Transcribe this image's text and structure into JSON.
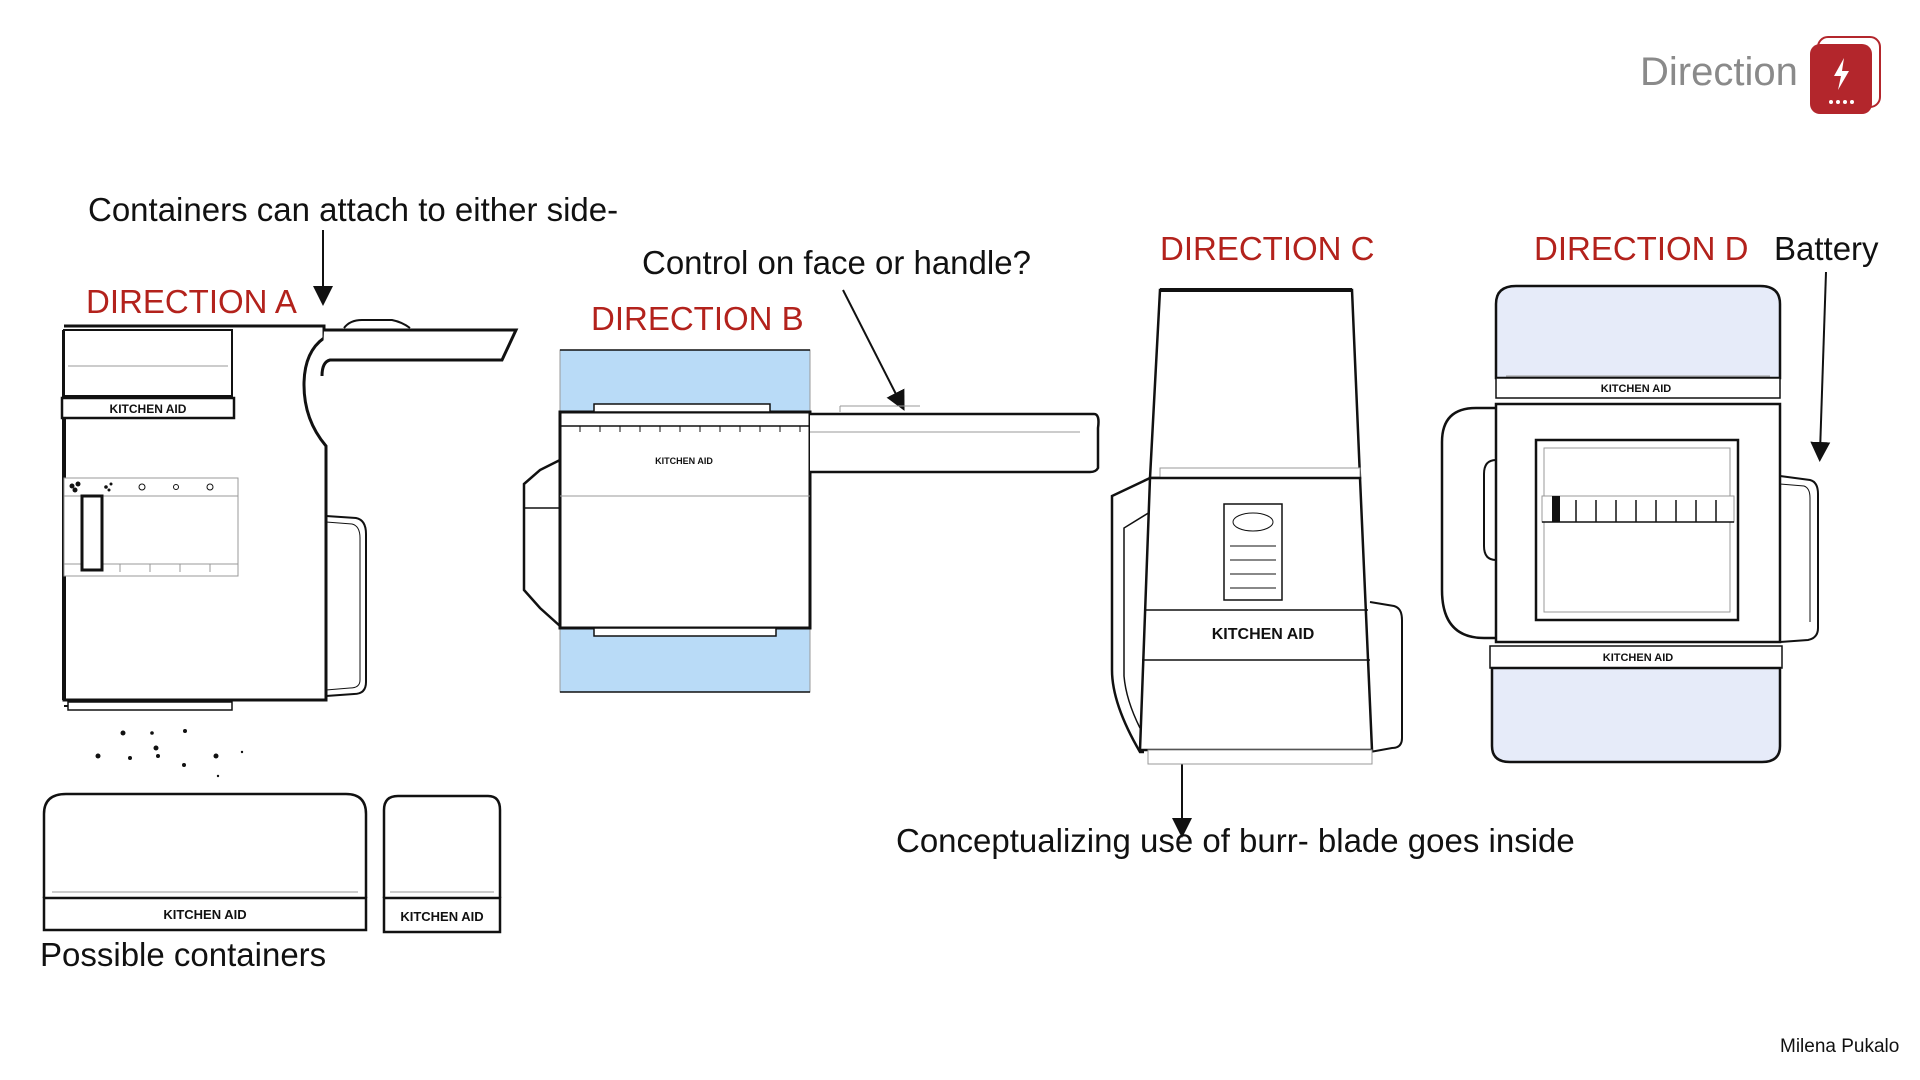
{
  "header": {
    "brand_word": "Direction",
    "brand_icon": "bolt-icon",
    "brand_color": "#b3262c"
  },
  "annotations": {
    "containers_attach": "Containers can attach to either side-",
    "control_face": "Control on face or handle?",
    "burr_blade": "Conceptualizing use of burr- blade goes inside",
    "battery": "Battery",
    "possible_containers": "Possible containers"
  },
  "directions": {
    "a": "DIRECTION A",
    "b": "DIRECTION B",
    "c": "DIRECTION C",
    "d": "DIRECTION D"
  },
  "brand_labels": {
    "a_body": "KITCHEN AID",
    "a_container_large": "KITCHEN AID",
    "a_container_small": "KITCHEN AID",
    "b_body": "KITCHEN AID",
    "c_body": "KITCHEN AID",
    "d_top": "KITCHEN AID",
    "d_bottom": "KITCHEN AID"
  },
  "colors": {
    "accent_red": "#b3221c",
    "blue_b": "#b9dbf7",
    "blue_d": "#e6ebf9"
  },
  "footer": {
    "author": "Milena Pukalo"
  }
}
